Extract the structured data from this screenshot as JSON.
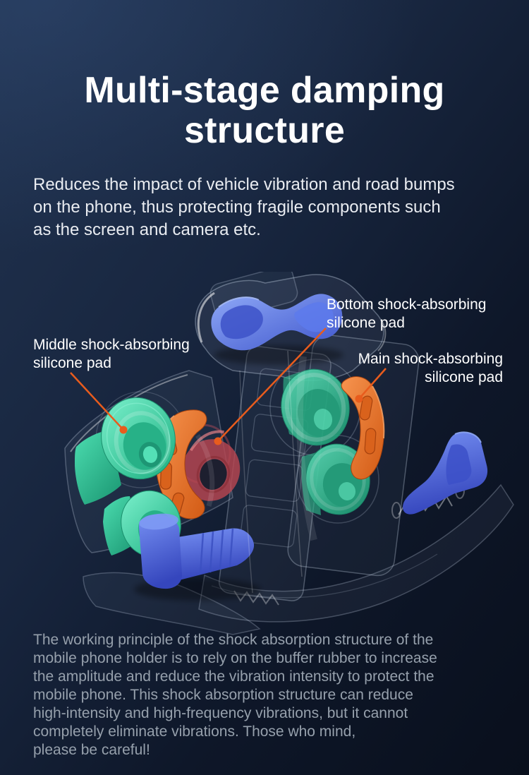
{
  "header": {
    "title_lines": [
      "Multi-stage damping",
      "structure"
    ],
    "subtitle_lines": [
      "Reduces the impact of vehicle vibration and road bumps",
      "on the phone, thus protecting fragile components such",
      "as the screen and camera etc."
    ]
  },
  "callouts": {
    "bottom": {
      "lines": [
        "Bottom shock-absorbing",
        "silicone pad"
      ]
    },
    "middle": {
      "lines": [
        "Middle shock-absorbing",
        "silicone pad"
      ]
    },
    "main": {
      "lines": [
        "Main shock-absorbing",
        "silicone pad"
      ]
    }
  },
  "footer": {
    "description_lines": [
      "The working principle of the shock absorption structure of the",
      "mobile phone holder is to rely on the buffer rubber to increase",
      "the amplitude and reduce the vibration intensity to protect the",
      "mobile phone. This shock absorption structure can reduce",
      "high-intensity and high-frequency vibrations, but it cannot",
      "completely eliminate vibrations. Those who mind,",
      "please be careful!"
    ]
  },
  "diagram": {
    "alt": "Exploded X-ray view of a phone holder showing the multi-stage damping structure",
    "parts": [
      {
        "name": "bottom-shock-absorbing-pad-red-ring",
        "color": "#BC4750"
      },
      {
        "name": "middle-shock-absorbing-pads-teal",
        "color": "#3BD3A6"
      },
      {
        "name": "main-shock-absorbing-pads-orange",
        "color": "#E87231"
      },
      {
        "name": "grip-cushion-pads-blue",
        "color": "#5B7BEC"
      }
    ]
  },
  "colors": {
    "leader_line": "#E85C1D",
    "pad_teal": "#3BD3A6",
    "pad_orange": "#E87231",
    "pad_blue": "#5B7BEC",
    "pad_red": "#BC4750",
    "title_text": "#FFFFFF",
    "subtitle_text": "#E9ECF1",
    "description_text": "#96A0AC",
    "background_top": "#213350",
    "background_bottom": "#090F1C"
  }
}
